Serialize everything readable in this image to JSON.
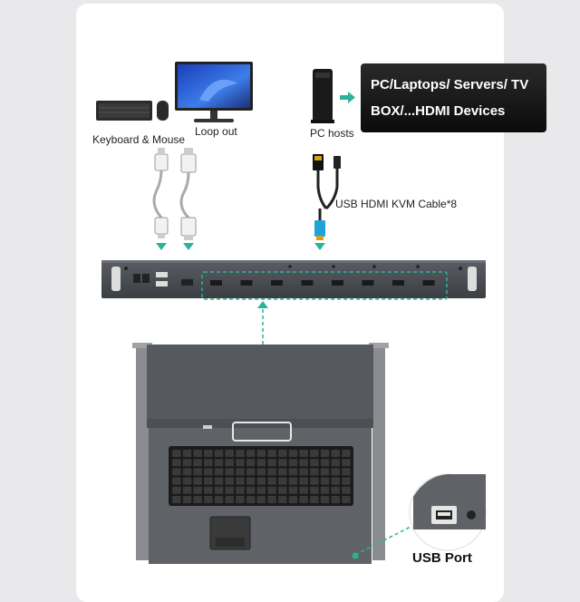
{
  "labels": {
    "keyboard_mouse": "Keyboard & Mouse",
    "loop_out": "Loop out",
    "pc_hosts": "PC hosts",
    "cable": "USB HDMI KVM Cable*8",
    "usb_port": "USB Port"
  },
  "banner": {
    "line1": "PC/Laptops/ Servers/ TV",
    "line2": "BOX/...HDMI Devices"
  },
  "colors": {
    "accent": "#2bb39a",
    "panel": "#4a4d52",
    "banner": "#111111"
  },
  "hdmi_port_count": 8
}
